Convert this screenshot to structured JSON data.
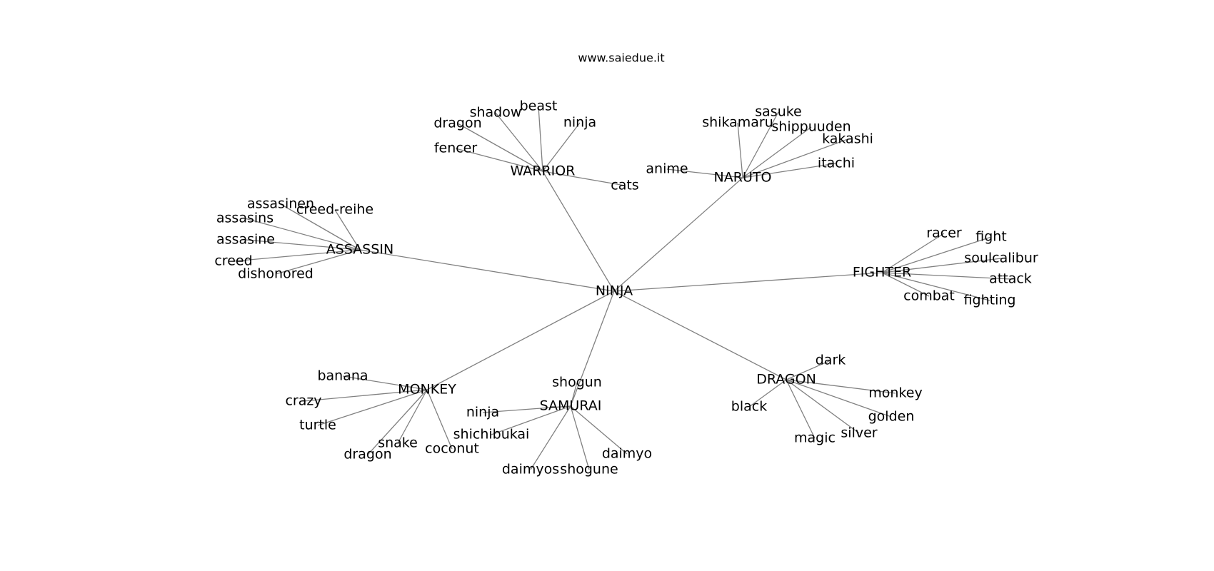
{
  "watermark": "www.saiedue.it",
  "colors": {
    "edge": "#808080",
    "text": "#000000",
    "background": "#ffffff"
  },
  "graph": {
    "root": "NINJA",
    "hubs": [
      {
        "id": "warrior",
        "label": "WARRIOR",
        "leaves": [
          "beast",
          "shadow",
          "dragon",
          "ninja",
          "fencer",
          "cats"
        ]
      },
      {
        "id": "naruto",
        "label": "NARUTO",
        "leaves": [
          "sasuke",
          "shikamaru",
          "shippuuden",
          "kakashi",
          "itachi",
          "anime"
        ]
      },
      {
        "id": "assassin",
        "label": "ASSASSIN",
        "leaves": [
          "assasinen",
          "creed-reihe",
          "assasins",
          "assasine",
          "creed",
          "dishonored"
        ]
      },
      {
        "id": "fighter",
        "label": "FIGHTER",
        "leaves": [
          "racer",
          "fight",
          "soulcalibur",
          "attack",
          "combat",
          "fighting"
        ]
      },
      {
        "id": "monkey",
        "label": "MONKEY",
        "leaves": [
          "banana",
          "crazy",
          "turtle",
          "snake",
          "dragon",
          "coconut"
        ]
      },
      {
        "id": "samurai",
        "label": "SAMURAI",
        "leaves": [
          "shogun",
          "ninja",
          "shichibukai",
          "daimyo",
          "daimyos",
          "shogune"
        ]
      },
      {
        "id": "dragon",
        "label": "DRAGON",
        "leaves": [
          "dark",
          "monkey",
          "black",
          "golden",
          "silver",
          "magic"
        ]
      }
    ]
  }
}
